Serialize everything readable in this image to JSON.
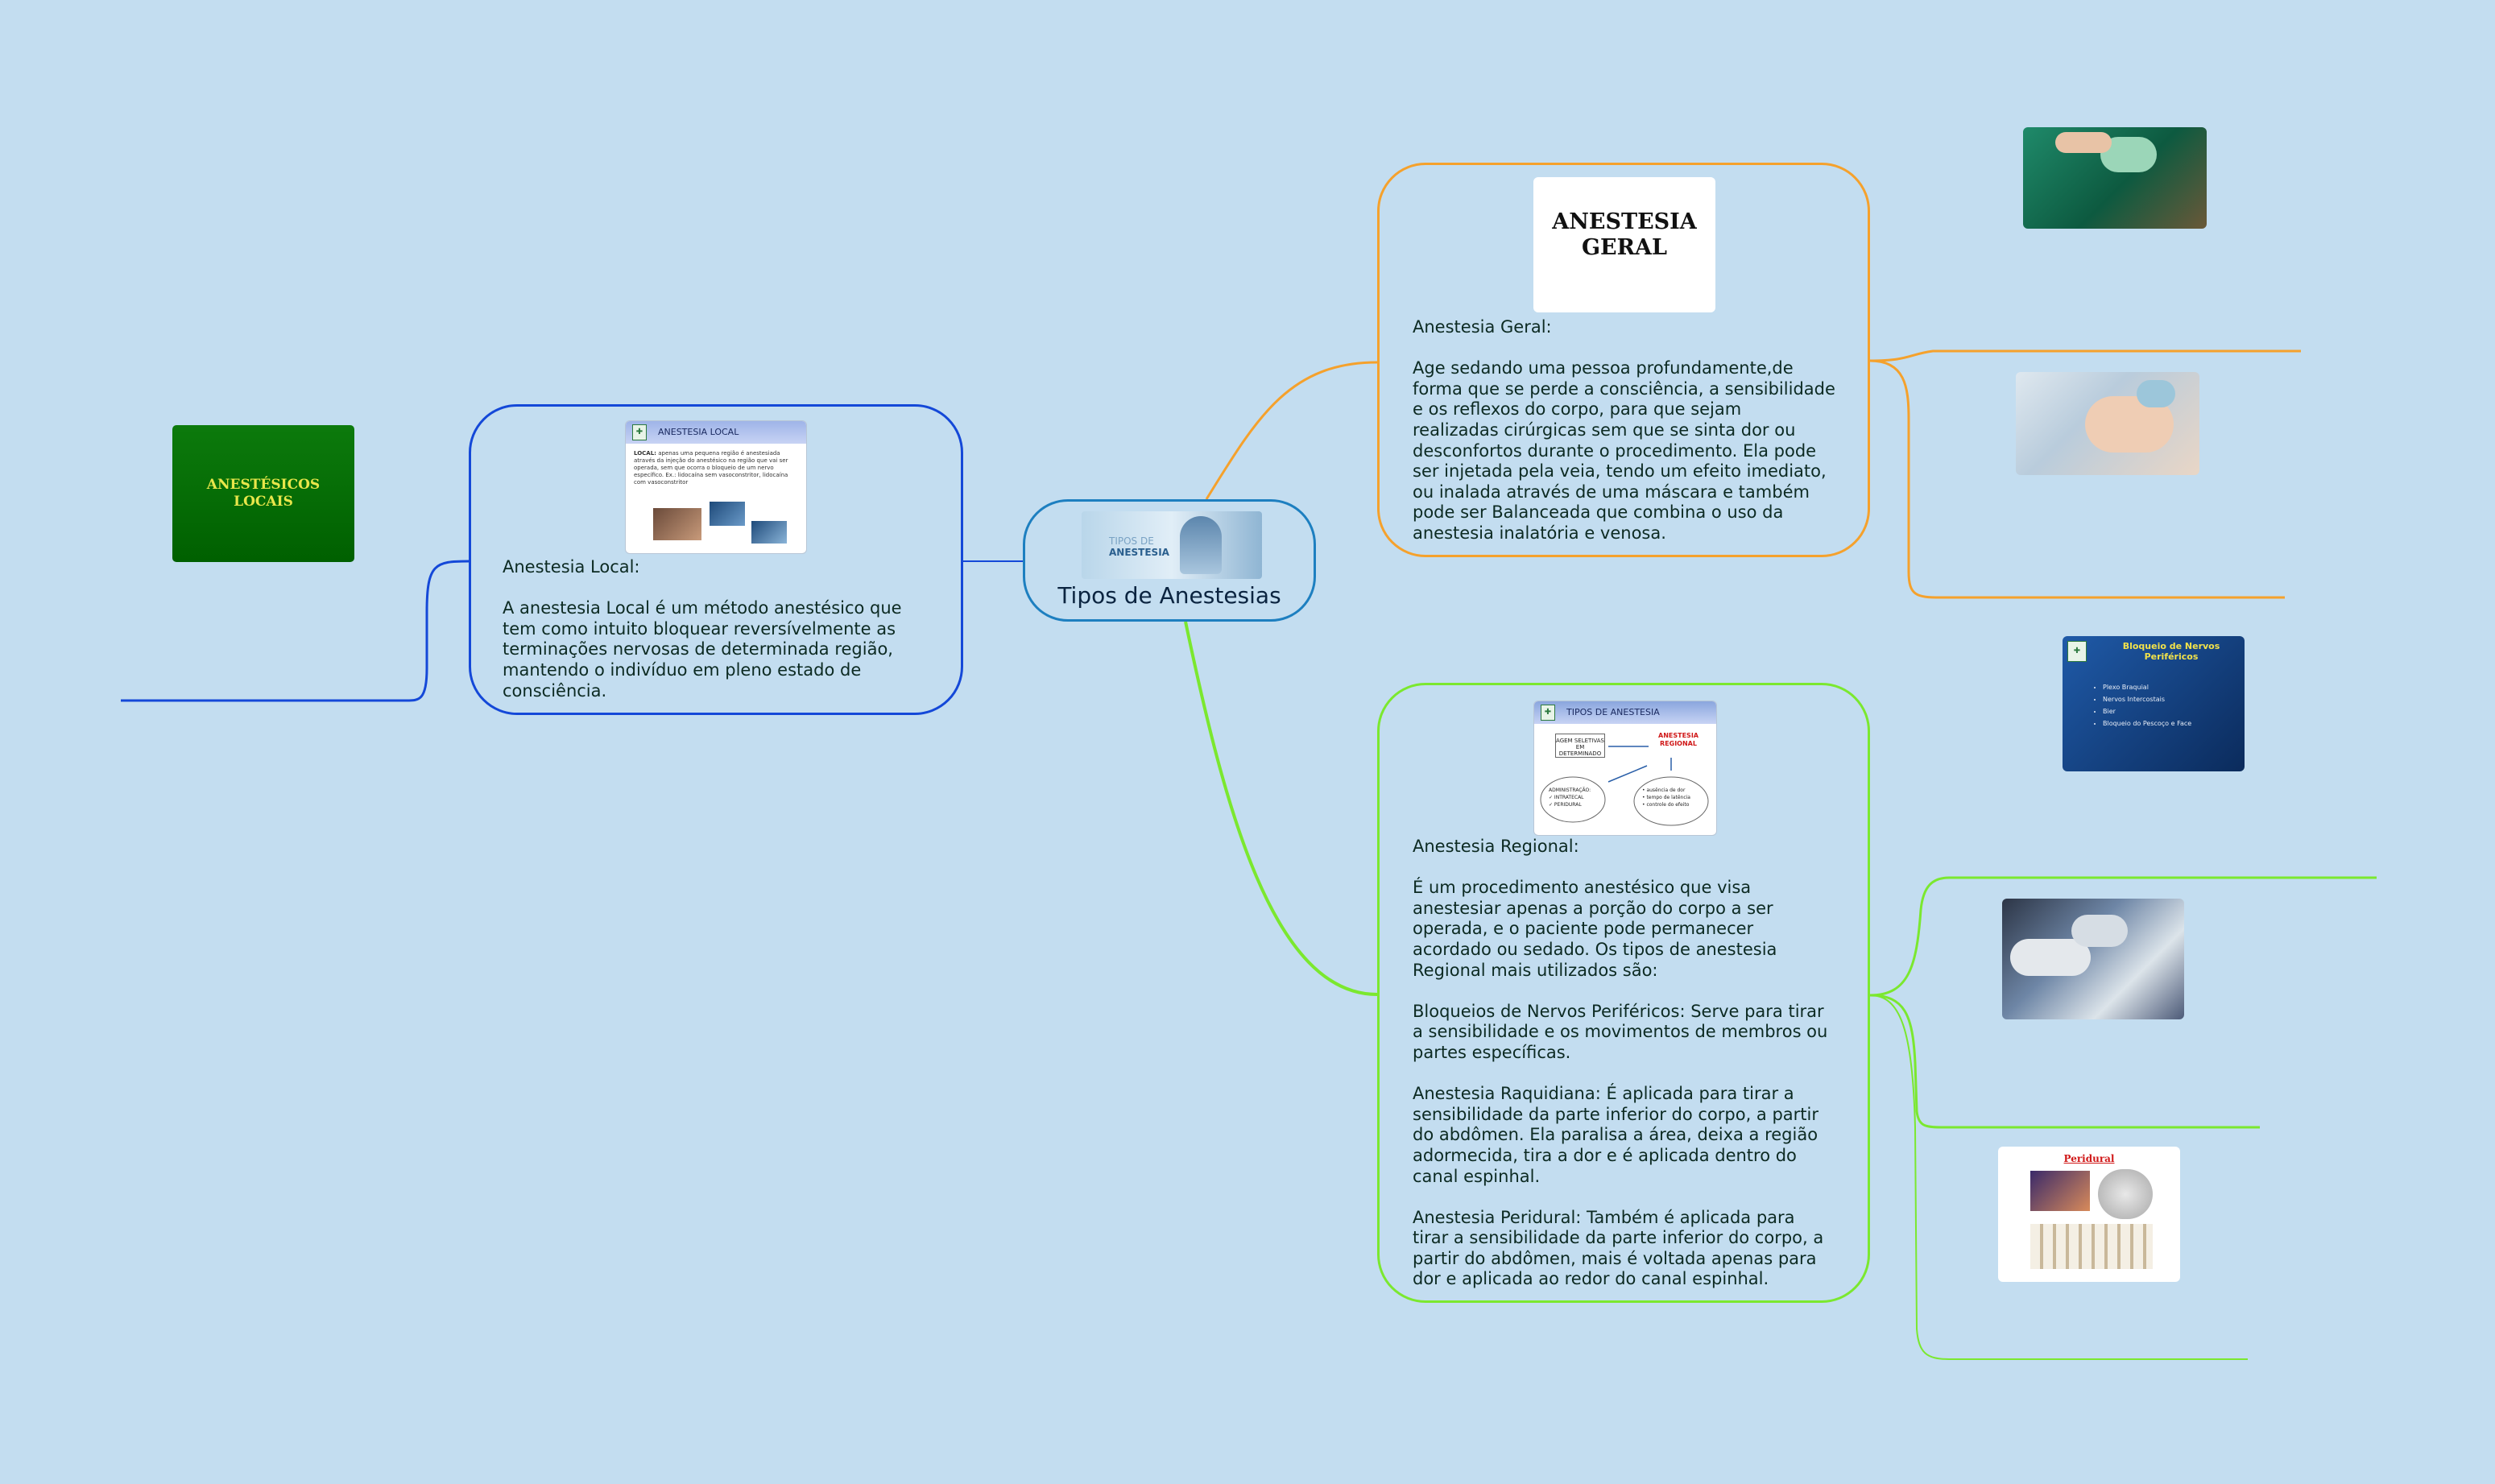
{
  "central": {
    "title": "Tipos de Anestesias",
    "image_caption_1": "TIPOS DE",
    "image_caption_2": "ANESTESIA"
  },
  "general": {
    "header_card": "ANESTESIA\nGERAL",
    "text": "Anestesia Geral:\n\nAge sedando uma pessoa profundamente,de\nforma que se perde a consciência, a sensibilidade\ne os reflexos do corpo, para que sejam\nrealizadas cirúrgicas sem que se sinta dor ou\ndesconfortos durante o procedimento. Ela pode\nser injetada pela veia, tendo um efeito imediato,\nou inalada através de uma máscara e também\npode ser Balanceada que combina o uso da\nanestesia inalatória e venosa."
  },
  "local": {
    "slide_title": "ANESTESIA LOCAL",
    "slide_text_lead": "LOCAL:",
    "slide_text": " apenas uma pequena região é anestesiada através da injeção do anestésico na região que vai ser operada, sem que ocorra o bloqueio de um nervo específico. Ex.: lidocaína sem vasoconstritor, lidocaína com vasoconstritor",
    "text": "Anestesia Local:\n\nA anestesia Local é um método anestésico que\ntem como intuito bloquear reversívelmente as\nterminações nervosas de determinada região,\nmantendo o indivíduo em pleno estado de\nconsciência.",
    "side_card": "ANESTÉSICOS\nLOCAIS"
  },
  "regional": {
    "slide_title": "TIPOS DE ANESTESIA",
    "slide_box_left": "AGEM SELETIVAS EM DETERMINADO",
    "slide_box_right_1": "ANESTESIA",
    "slide_box_right_2": "REGIONAL",
    "slide_list_left": [
      "ADMINISTRAÇÃO:",
      "✓ INTRATECAL",
      "✓ PERIDURAL"
    ],
    "slide_list_right": [
      "• ausência de dor",
      "• tempo de latência",
      "• controle do efeito"
    ],
    "text": "Anestesia Regional:\n\nÉ um procedimento anestésico que visa\nanestesiar apenas a porção do corpo a ser\noperada, e o paciente pode permanecer\nacordado ou sedado. Os tipos de anestesia\nRegional mais utilizados são:\n\nBloqueios de Nervos Periféricos: Serve para tirar\na sensibilidade e os movimentos de membros ou\npartes específicas.\n\nAnestesia Raquidiana: É aplicada para tirar a\nsensibilidade da parte inferior do corpo, a partir\ndo abdômen. Ela paralisa a área, deixa a região\nadormecida, tira a dor e é aplicada dentro do\ncanal espinhal.\n\nAnestesia Peridural: Também é aplicada para\ntirar a sensibilidade da parte inferior do corpo, a\npartir do abdômen, mais é voltada apenas para\ndor e aplicada ao redor do canal espinhal.",
    "nerve_slide_title": "Bloqueio de Nervos Periféricos",
    "nerve_slide_items": [
      "Plexo Braquial",
      "Nervos Intercostais",
      "Bier",
      "Bloqueio do Pescoço e Face"
    ],
    "peridural_label": "Peridural"
  },
  "colors": {
    "background": "#c3ddf0",
    "branch_general": "#f5a12c",
    "branch_regional": "#7be82f",
    "branch_local": "#1448d8",
    "central_border": "#1d7fc0"
  }
}
